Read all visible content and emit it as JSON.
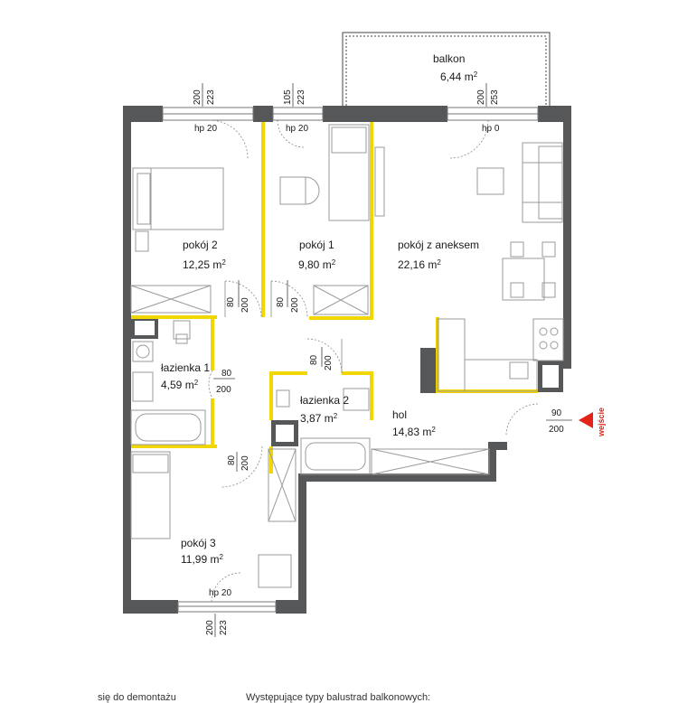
{
  "rooms": [
    {
      "key": "balkon",
      "name": "balkon",
      "area": "6,44 m",
      "unit_sup": "2"
    },
    {
      "key": "pokoj2",
      "name": "pokój 2",
      "area": "12,25 m",
      "unit_sup": "2"
    },
    {
      "key": "pokoj1",
      "name": "pokój 1",
      "area": "9,80 m",
      "unit_sup": "2"
    },
    {
      "key": "pokojaneks",
      "name": "pokój z aneksem",
      "area": "22,16 m",
      "unit_sup": "2"
    },
    {
      "key": "lazienka1",
      "name": "łazienka 1",
      "area": "4,59 m",
      "unit_sup": "2"
    },
    {
      "key": "lazienka2",
      "name": "łazienka 2",
      "area": "3,87 m",
      "unit_sup": "2"
    },
    {
      "key": "hol",
      "name": "hol",
      "area": "14,83 m",
      "unit_sup": "2"
    },
    {
      "key": "pokoj3",
      "name": "pokój 3",
      "area": "11,99 m",
      "unit_sup": "2"
    }
  ],
  "sill_heights": {
    "pokoj2": "hp 20",
    "pokoj1": "hp 20",
    "balkon": "hp 0",
    "pokoj3": "hp 20"
  },
  "window_dims": {
    "pokoj2": [
      "200",
      "223"
    ],
    "pokoj1": [
      "105",
      "223"
    ],
    "balkon": [
      "200",
      "253"
    ],
    "pokoj3": [
      "200",
      "223"
    ]
  },
  "door_dims": {
    "pokoj2": [
      "80",
      "200"
    ],
    "pokoj1": [
      "80",
      "200"
    ],
    "lazienka1": [
      "80",
      "200"
    ],
    "lazienka2": [
      "80",
      "200"
    ],
    "pokoj3": [
      "80",
      "200"
    ],
    "entrance": [
      "90",
      "200"
    ]
  },
  "entrance_label": "wejście",
  "footer": {
    "left": "się do demontażu",
    "right": "Występujące typy balustrad balkonowych:"
  },
  "colors": {
    "wall": "#555759",
    "partition_yellow": "#f2d600",
    "entrance_red": "#e2231a",
    "fixture_gray": "#9a9a9a"
  }
}
